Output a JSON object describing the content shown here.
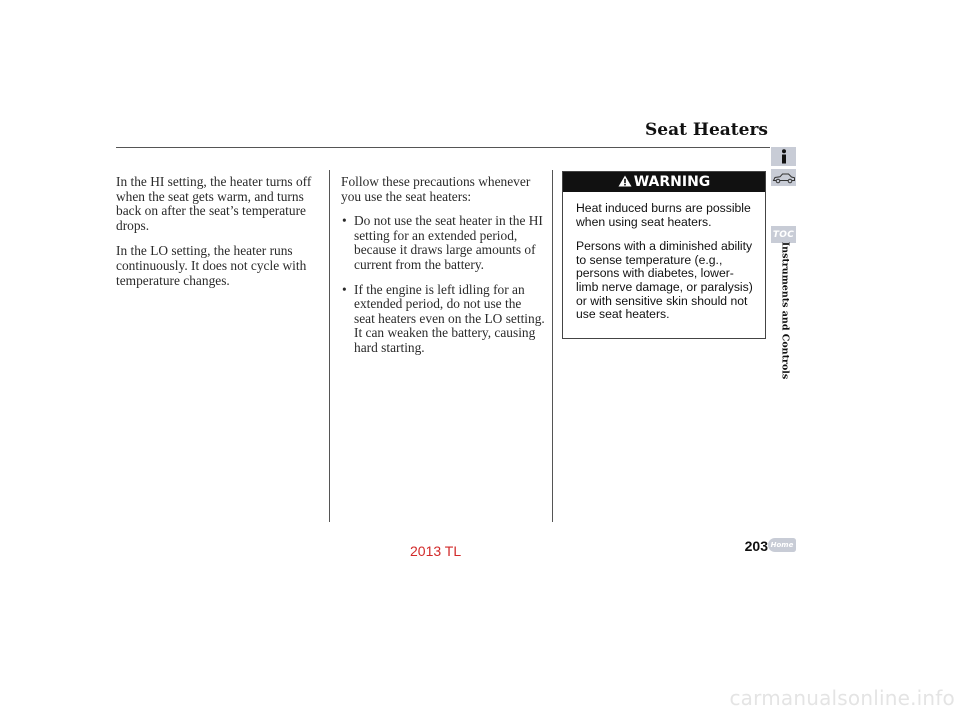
{
  "header": {
    "title": "Seat Heaters",
    "section": "Instruments and Controls"
  },
  "left_column": {
    "paragraphs": [
      "In the HI setting, the heater turns off when the seat gets warm, and turns back on after the seat’s temperature drops.",
      "In the LO setting, the heater runs continuously. It does not cycle with temperature changes."
    ]
  },
  "middle_column": {
    "intro": "Follow these precautions whenever you use the seat heaters:",
    "bullet_symbol": "•",
    "bullets": [
      "Do not use the seat heater in the HI setting for an extended period, because it draws large amounts of current from the battery.",
      "If the engine is left idling for an extended period, do not use the seat heaters even on the LO setting. It can weaken the battery, causing hard starting."
    ]
  },
  "warning": {
    "label": "WARNING",
    "icon": "warning-triangle-icon",
    "paragraphs": [
      "Heat induced burns are possible when using seat heaters.",
      "Persons with a diminished ability to sense temperature (e.g., persons with diabetes, lower-limb nerve damage, or paralysis) or with sensitive skin should not use seat heaters."
    ]
  },
  "nav": {
    "info_icon": "info-icon",
    "car_icon": "car-icon",
    "toc_label": "TOC"
  },
  "footer": {
    "page_number": "203",
    "home_label": "Home",
    "model_watermark": "2013 TL",
    "site_watermark": "carmanualsonline.info"
  },
  "colors": {
    "rule": "#555555",
    "tab": "#c8ccd6",
    "warning_header": "#111111",
    "watermark_red": "#d22a2a"
  }
}
